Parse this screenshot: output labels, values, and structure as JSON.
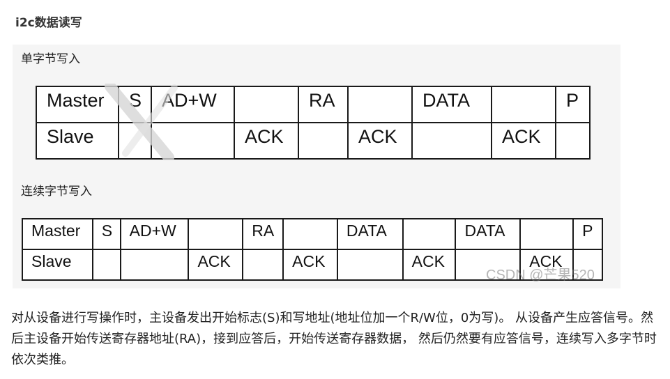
{
  "heading": "i2c数据读写",
  "figure": {
    "single_caption": "单字节写入",
    "multi_caption": "连续字节写入",
    "watermark": "CSDN @芒果520",
    "single_table": {
      "master": [
        "Master",
        "S",
        "AD+W",
        "",
        "RA",
        "",
        "DATA",
        "",
        "P"
      ],
      "slave": [
        "Slave",
        "",
        "",
        "ACK",
        "",
        "ACK",
        "",
        "ACK",
        ""
      ]
    },
    "multi_table": {
      "master": [
        "Master",
        "S",
        "AD+W",
        "",
        "RA",
        "",
        "DATA",
        "",
        "DATA",
        "",
        "P"
      ],
      "slave": [
        "Slave",
        "",
        "",
        "ACK",
        "",
        "ACK",
        "",
        "ACK",
        "",
        "ACK",
        ""
      ]
    }
  },
  "paragraph": "对从设备进行写操作时，主设备发出开始标志(S)和写地址(地址位加一个R/W位，0为写)。 从设备产生应答信号。然后主设备开始传送寄存器地址(RA)，接到应答后，开始传送寄存器数据， 然后仍然要有应答信号，连续写入多字节时依次类推。"
}
